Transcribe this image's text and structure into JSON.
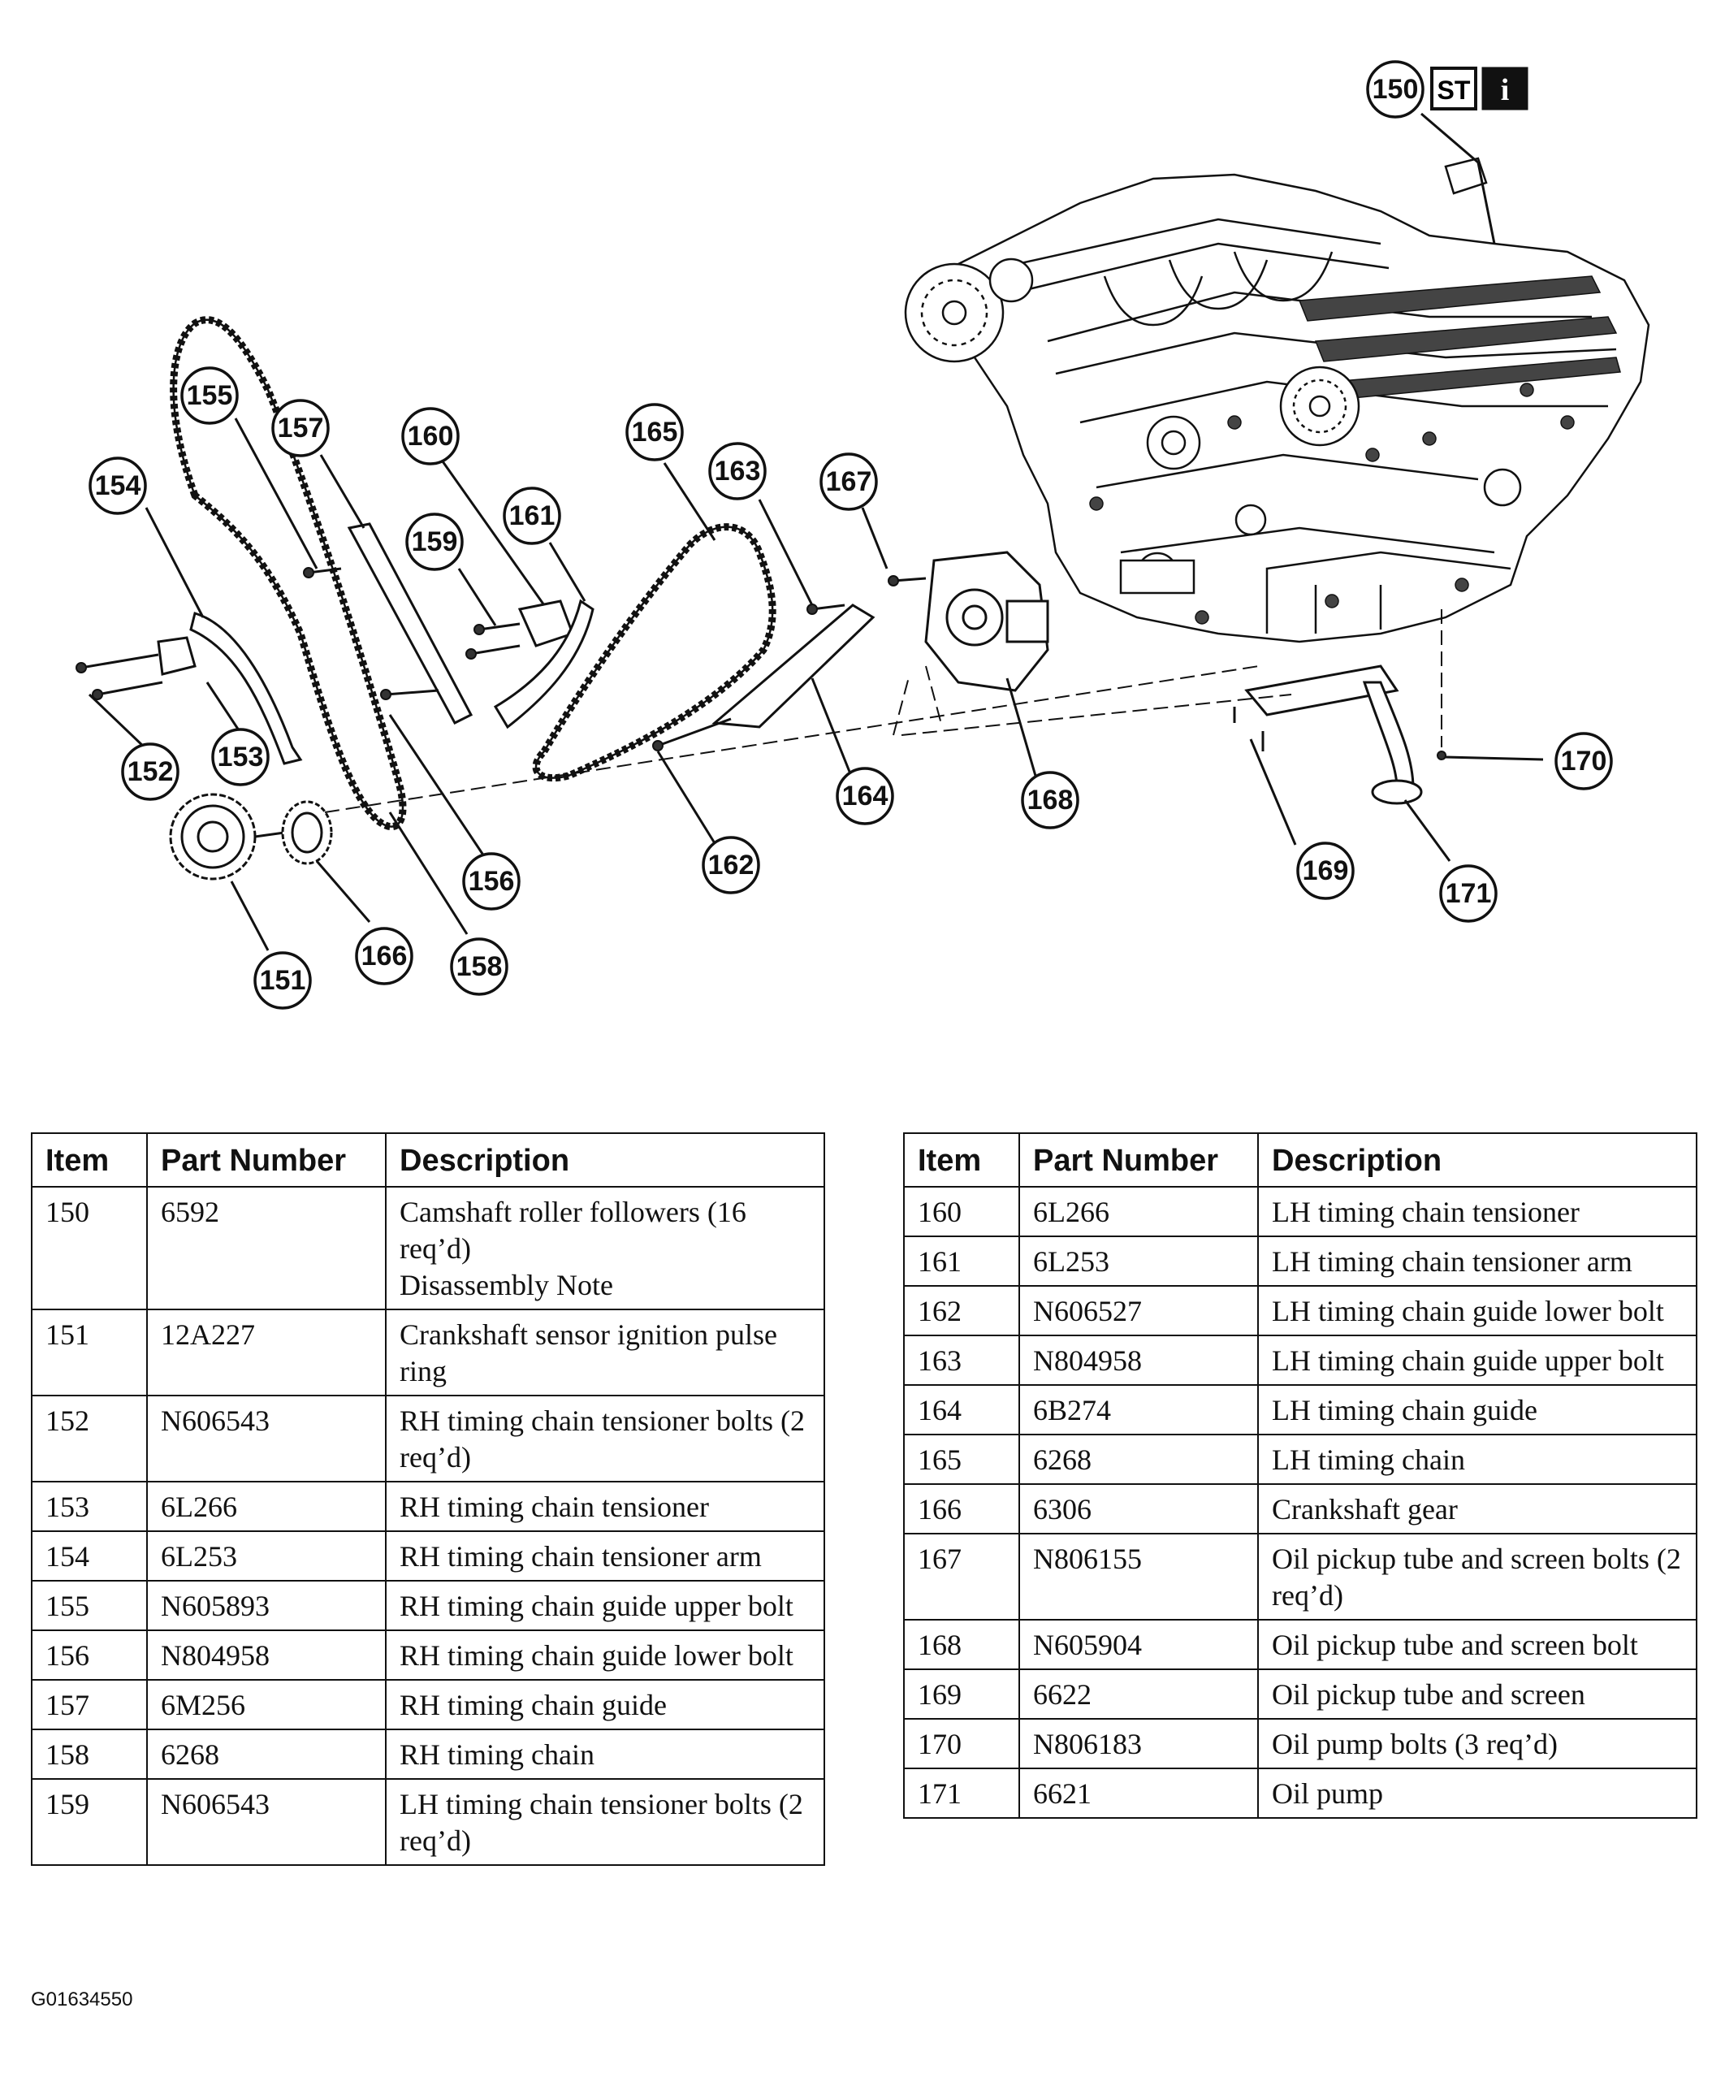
{
  "callouts": {
    "c150": "150",
    "c151": "151",
    "c152": "152",
    "c153": "153",
    "c154": "154",
    "c155": "155",
    "c156": "156",
    "c157": "157",
    "c158": "158",
    "c159": "159",
    "c160": "160",
    "c161": "161",
    "c162": "162",
    "c163": "163",
    "c164": "164",
    "c165": "165",
    "c166": "166",
    "c167": "167",
    "c168": "168",
    "c169": "169",
    "c170": "170",
    "c171": "171"
  },
  "badges": {
    "st": "ST",
    "info": "i"
  },
  "table_headers": {
    "item": "Item",
    "part_number": "Part Number",
    "description": "Description"
  },
  "left_table": [
    {
      "item": "150",
      "part": "6592",
      "desc": "Camshaft roller followers (16 req’d)",
      "note": "Disassembly Note"
    },
    {
      "item": "151",
      "part": "12A227",
      "desc": "Crankshaft sensor ignition pulse ring"
    },
    {
      "item": "152",
      "part": "N606543",
      "desc": "RH timing chain tensioner bolts (2 req’d)"
    },
    {
      "item": "153",
      "part": "6L266",
      "desc": "RH timing chain tensioner"
    },
    {
      "item": "154",
      "part": "6L253",
      "desc": "RH timing chain tensioner arm"
    },
    {
      "item": "155",
      "part": "N605893",
      "desc": "RH timing chain guide upper bolt"
    },
    {
      "item": "156",
      "part": "N804958",
      "desc": "RH timing chain guide lower bolt"
    },
    {
      "item": "157",
      "part": "6M256",
      "desc": "RH timing chain guide"
    },
    {
      "item": "158",
      "part": "6268",
      "desc": "RH timing chain"
    },
    {
      "item": "159",
      "part": "N606543",
      "desc": "LH timing chain tensioner bolts (2 req’d)"
    }
  ],
  "right_table": [
    {
      "item": "160",
      "part": "6L266",
      "desc": "LH timing chain tensioner"
    },
    {
      "item": "161",
      "part": "6L253",
      "desc": "LH timing chain tensioner arm"
    },
    {
      "item": "162",
      "part": "N606527",
      "desc": "LH timing chain guide lower bolt"
    },
    {
      "item": "163",
      "part": "N804958",
      "desc": "LH timing chain guide upper bolt"
    },
    {
      "item": "164",
      "part": "6B274",
      "desc": "LH timing chain guide"
    },
    {
      "item": "165",
      "part": "6268",
      "desc": "LH timing chain"
    },
    {
      "item": "166",
      "part": "6306",
      "desc": "Crankshaft gear"
    },
    {
      "item": "167",
      "part": "N806155",
      "desc": "Oil pickup tube and screen bolts (2 req’d)"
    },
    {
      "item": "168",
      "part": "N605904",
      "desc": "Oil pickup tube and screen bolt"
    },
    {
      "item": "169",
      "part": "6622",
      "desc": "Oil pickup tube and screen"
    },
    {
      "item": "170",
      "part": "N806183",
      "desc": "Oil pump bolts (3 req’d)"
    },
    {
      "item": "171",
      "part": "6621",
      "desc": "Oil pump"
    }
  ],
  "figure_id": "G01634550"
}
